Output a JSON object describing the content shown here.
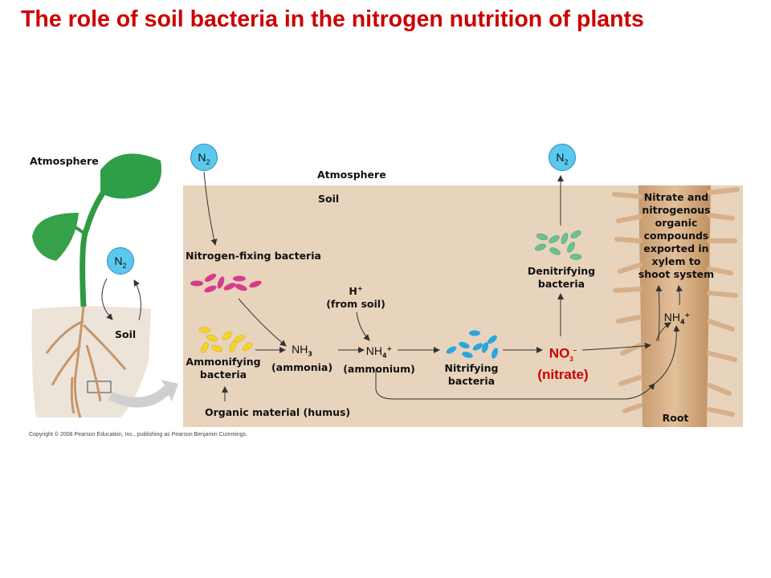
{
  "title": "The role of soil bacteria in the nitrogen nutrition of plants",
  "plant": {
    "atmosphere": "Atmosphere",
    "soil": "Soil",
    "n2": "N",
    "n2_sub": "2"
  },
  "panel": {
    "atmosphere": "Atmosphere",
    "soil": "Soil",
    "n2_left": "N",
    "n2_left_sub": "2",
    "n2_right": "N",
    "n2_right_sub": "2",
    "nitrogen_fixing": "Nitrogen-fixing bacteria",
    "h_plus": "H",
    "h_plus_sup": "+",
    "from_soil": "(from soil)",
    "nh3": "NH",
    "nh3_sub": "3",
    "ammonia": "(ammonia)",
    "nh4": "NH",
    "nh4_sub": "4",
    "nh4_sup": "+",
    "ammonium": "(ammonium)",
    "ammonifying_1": "Ammonifying",
    "ammonifying_2": "bacteria",
    "organic": "Organic material (humus)",
    "nitrifying_1": "Nitrifying",
    "nitrifying_2": "bacteria",
    "no3": "NO",
    "no3_sub": "3",
    "no3_sup": "–",
    "nitrate": "(nitrate)",
    "denitrifying_1": "Denitrifying",
    "denitrifying_2": "bacteria",
    "exported": [
      "Nitrate and",
      "nitrogenous",
      "organic",
      "compounds",
      "exported in",
      "xylem to",
      "shoot system"
    ],
    "root_nh4": "NH",
    "root_nh4_sub": "4",
    "root_nh4_sup": "+",
    "root": "Root"
  },
  "colors": {
    "title": "#cc0000",
    "soil": "#e8d3bc",
    "n2": "#5bc8ef",
    "fixing": "#d63b87",
    "ammonifying": "#f2d52b",
    "nitrifying": "#2aa6dd",
    "denitrifying": "#6fbf95",
    "nitrate": "#cc0000"
  },
  "copyright": "Copyright © 2008 Pearson Education, Inc., publishing as Pearson Benjamin Cummings."
}
